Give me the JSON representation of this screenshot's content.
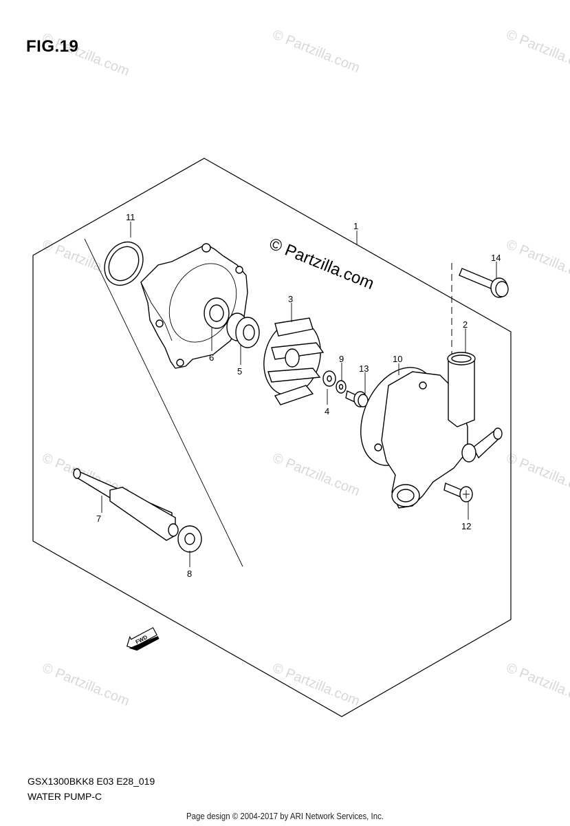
{
  "figure": {
    "title": "FIG.19",
    "model_code": "GSX1300BKK8 E03 E28_019",
    "section_name": "WATER PUMP-C"
  },
  "watermark": {
    "main": "© Partzilla.com",
    "repeat": "© Partzilla.com"
  },
  "callouts": [
    "1",
    "2",
    "3",
    "4",
    "5",
    "6",
    "7",
    "8",
    "9",
    "10",
    "11",
    "12",
    "13",
    "14"
  ],
  "fwd_label": "FWD",
  "footer": "Page design © 2004-2017 by ARI Network Services, Inc."
}
